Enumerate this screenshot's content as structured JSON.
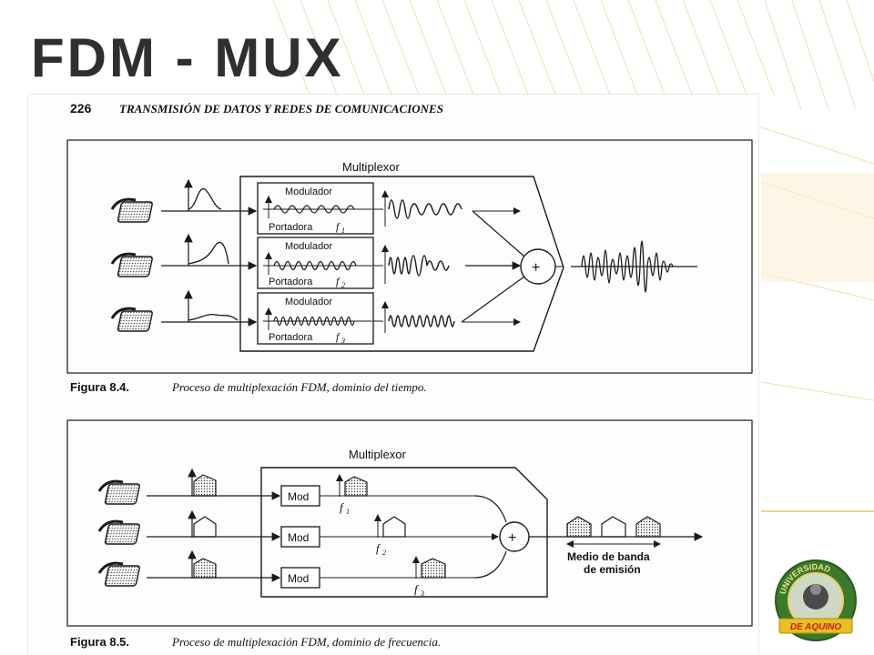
{
  "slide": {
    "title": "FDM - MUX",
    "accent_color": "#f5c060"
  },
  "page_header": {
    "number": "226",
    "running_title": "TRANSMISIÓN DE DATOS Y REDES DE COMUNICACIONES"
  },
  "figure_time": {
    "box_label": "Multiplexor",
    "modulators": [
      {
        "label": "Modulador",
        "carrier": "Portadora",
        "freq": "f",
        "sub": "1"
      },
      {
        "label": "Modulador",
        "carrier": "Portadora",
        "freq": "f",
        "sub": "2"
      },
      {
        "label": "Modulador",
        "carrier": "Portadora",
        "freq": "f",
        "sub": "3"
      }
    ],
    "sum_symbol": "+",
    "caption_label": "Figura 8.4.",
    "caption_text": "Proceso de multiplexación FDM, dominio del tiempo."
  },
  "figure_freq": {
    "box_label": "Multiplexor",
    "mods": [
      {
        "label": "Mod",
        "freq": "f",
        "sub": "1"
      },
      {
        "label": "Mod",
        "freq": "f",
        "sub": "2"
      },
      {
        "label": "Mod",
        "freq": "f",
        "sub": "3"
      }
    ],
    "sum_symbol": "+",
    "medium_line1": "Medio de banda",
    "medium_line2": "de emisión",
    "caption_label": "Figura 8.5.",
    "caption_text": "Proceso de multiplexación FDM, dominio de frecuencia."
  },
  "logo": {
    "top_text": "UNIVERSIDAD",
    "ribbon_text": "DE AQUINO"
  }
}
